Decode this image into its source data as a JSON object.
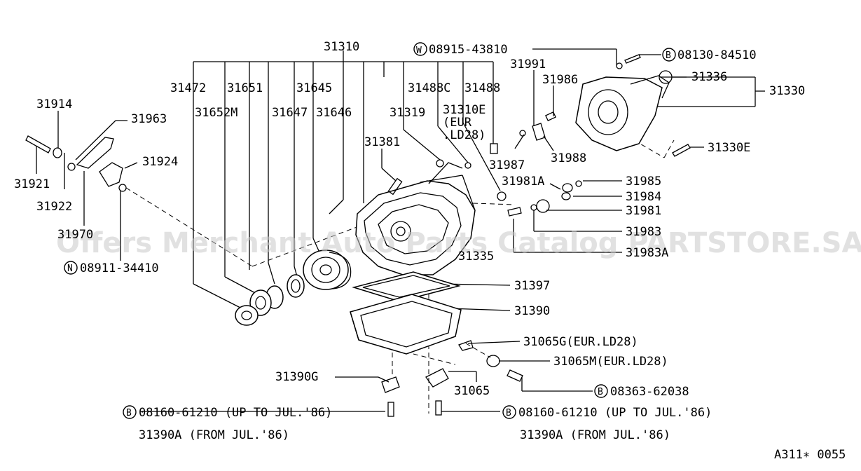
{
  "watermark": "Offers Merchant Auto Parts Catalog PARTSTORE.SA",
  "diagram_id": "A311∗ 0055",
  "callout_prefixes": {
    "w": "W",
    "b": "B",
    "n": "N"
  },
  "labels": {
    "p31310": "31310",
    "p31472": "31472",
    "p31651": "31651",
    "p31645": "31645",
    "p31652M": "31652M",
    "p31647": "31647",
    "p31646": "31646",
    "p31319": "31319",
    "p31488C": "31488C",
    "p31488": "31488",
    "p31310E": "31310E",
    "p31310E_note1": "(EUR",
    "p31310E_note2": ".LD28)",
    "p31381": "31381",
    "p08915": "08915-43810",
    "p08130": "08130-84510",
    "p31991": "31991",
    "p31986": "31986",
    "p31336": "31336",
    "p31330": "31330",
    "p31987": "31987",
    "p31988": "31988",
    "p31330E": "31330E",
    "p31981A": "31981A",
    "p31985": "31985",
    "p31984": "31984",
    "p31981": "31981",
    "p31983": "31983",
    "p31983A": "31983A",
    "p31335": "31335",
    "p31914": "31914",
    "p31963": "31963",
    "p31924": "31924",
    "p31921": "31921",
    "p31922": "31922",
    "p31970": "31970",
    "p08911": "08911-34410",
    "p31397": "31397",
    "p31390": "31390",
    "p31065G": "31065G(EUR.LD28)",
    "p31065M": "31065M(EUR.LD28)",
    "p08363": "08363-62038",
    "p31390G": "31390G",
    "p31065": "31065",
    "p08160_left": "08160-61210 (UP TO JUL.'86)",
    "p08160_right": "08160-61210 (UP TO JUL.'86)",
    "p31390A_left": "31390A (FROM JUL.'86)",
    "p31390A_right": "31390A (FROM JUL.'86)"
  }
}
